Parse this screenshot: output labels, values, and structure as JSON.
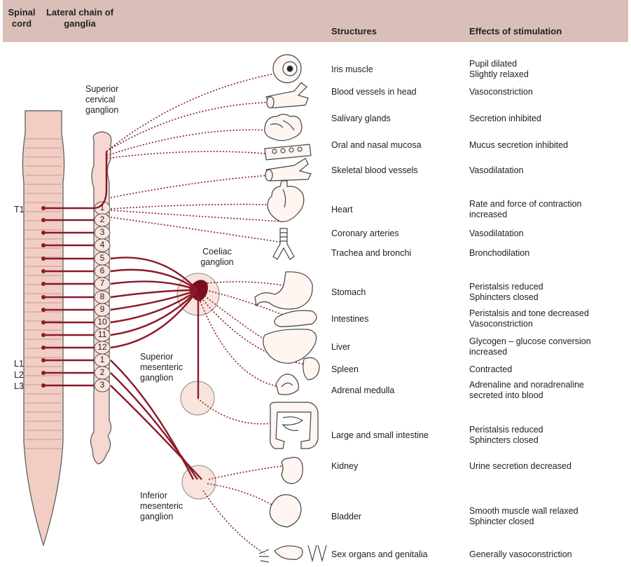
{
  "header": {
    "spinal_cord": "Spinal cord",
    "lateral_chain": "Lateral chain of ganglia",
    "structures": "Structures",
    "effects": "Effects of stimulation"
  },
  "ganglion_labels": {
    "superior_cervical": "Superior cervical ganglion",
    "coeliac": "Coeliac ganglion",
    "superior_mesenteric": "Superior mesenteric ganglion",
    "inferior_mesenteric": "Inferior mesenteric ganglion"
  },
  "vertebra_labels": {
    "t1": "T1",
    "l1": "L1",
    "l2": "L2",
    "l3": "L3"
  },
  "chain_numbers": [
    "1",
    "2",
    "3",
    "4",
    "5",
    "6",
    "7",
    "8",
    "9",
    "10",
    "11",
    "12",
    "1",
    "2",
    "3"
  ],
  "rows": [
    {
      "structure": "Iris muscle",
      "effect": "Pupil dilated\nSlightly relaxed"
    },
    {
      "structure": "Blood vessels in head",
      "effect": "Vasoconstriction"
    },
    {
      "structure": "Salivary glands",
      "effect": "Secretion inhibited"
    },
    {
      "structure": "Oral and nasal mucosa",
      "effect": "Mucus secretion inhibited"
    },
    {
      "structure": "Skeletal blood vessels",
      "effect": "Vasodilatation"
    },
    {
      "structure": "Heart",
      "effect": "Rate and force of contraction\nincreased"
    },
    {
      "structure": "Coronary arteries",
      "effect": "Vasodilatation"
    },
    {
      "structure": "Trachea and bronchi",
      "effect": "Bronchodilation"
    },
    {
      "structure": "Stomach",
      "effect": "Peristalsis reduced\nSphincters closed"
    },
    {
      "structure": "Intestines",
      "effect": "Peristalsis and tone decreased\nVasoconstriction"
    },
    {
      "structure": "Liver",
      "effect": "Glycogen – glucose conversion\nincreased"
    },
    {
      "structure": "Spleen",
      "effect": "Contracted"
    },
    {
      "structure": "Adrenal medulla",
      "effect": "Adrenaline and noradrenaline\nsecreted into blood"
    },
    {
      "structure": "Large and small intestine",
      "effect": "Peristalsis reduced\nSphincters closed"
    },
    {
      "structure": "Kidney",
      "effect": "Urine secretion decreased"
    },
    {
      "structure": "Bladder",
      "effect": "Smooth muscle wall relaxed\nSphincter closed"
    },
    {
      "structure": "Sex organs and genitalia",
      "effect": "Generally vasoconstriction"
    }
  ],
  "colors": {
    "header_bg": "#d9bfb8",
    "nerve": "#8a1a2a",
    "outline": "#444444",
    "organ_fill": "#fff6f2"
  }
}
